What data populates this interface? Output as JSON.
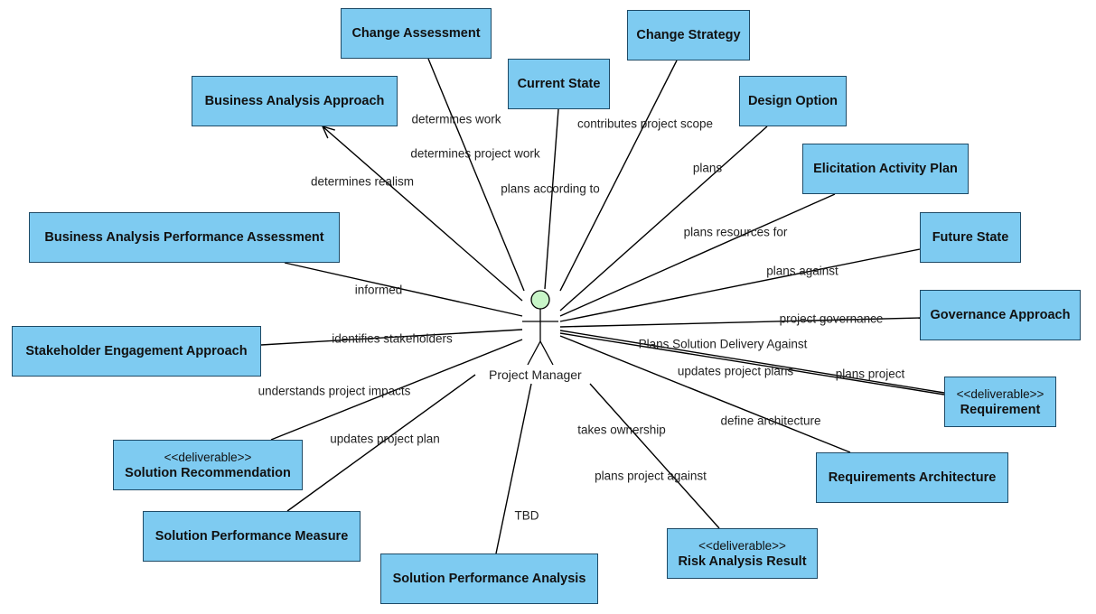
{
  "actor": {
    "name": "Project Manager"
  },
  "colors": {
    "box_fill": "#7ecbf1",
    "box_border": "#1e4a66",
    "actor_head": "#c8f5c8",
    "line": "#000000"
  },
  "boxes": [
    {
      "id": "change_assessment",
      "title": "Change Assessment"
    },
    {
      "id": "change_strategy",
      "title": "Change Strategy"
    },
    {
      "id": "current_state",
      "title": "Current State"
    },
    {
      "id": "business_analysis_approach",
      "title": "Business Analysis Approach"
    },
    {
      "id": "design_option",
      "title": "Design Option"
    },
    {
      "id": "elicitation_activity_plan",
      "title": "Elicitation Activity Plan"
    },
    {
      "id": "ba_performance_assessment",
      "title": "Business Analysis Performance Assessment"
    },
    {
      "id": "future_state",
      "title": "Future State"
    },
    {
      "id": "governance_approach",
      "title": "Governance Approach"
    },
    {
      "id": "stakeholder_engagement_approach",
      "title": "Stakeholder Engagement Approach"
    },
    {
      "id": "requirement",
      "stereotype": "<<deliverable>>",
      "title": "Requirement"
    },
    {
      "id": "solution_recommendation",
      "stereotype": "<<deliverable>>",
      "title": "Solution Recommendation"
    },
    {
      "id": "requirements_architecture",
      "title": "Requirements Architecture"
    },
    {
      "id": "solution_performance_measure",
      "title": "Solution Performance Measure"
    },
    {
      "id": "risk_analysis_result",
      "stereotype": "<<deliverable>>",
      "title": "Risk Analysis Result"
    },
    {
      "id": "solution_performance_analysis",
      "title": "Solution Performance Analysis"
    }
  ],
  "edge_labels": [
    "determines work",
    "determines project work",
    "plans according to",
    "contributes project scope",
    "determines realism",
    "plans",
    "plans resources for",
    "plans against",
    "informed",
    "project governance",
    "identifies stakeholders",
    "Plans Solution Delivery Against",
    "updates project plans",
    "plans project",
    "understands project impacts",
    "define architecture",
    "updates project plan",
    "takes ownership",
    "plans project against",
    "TBD"
  ]
}
